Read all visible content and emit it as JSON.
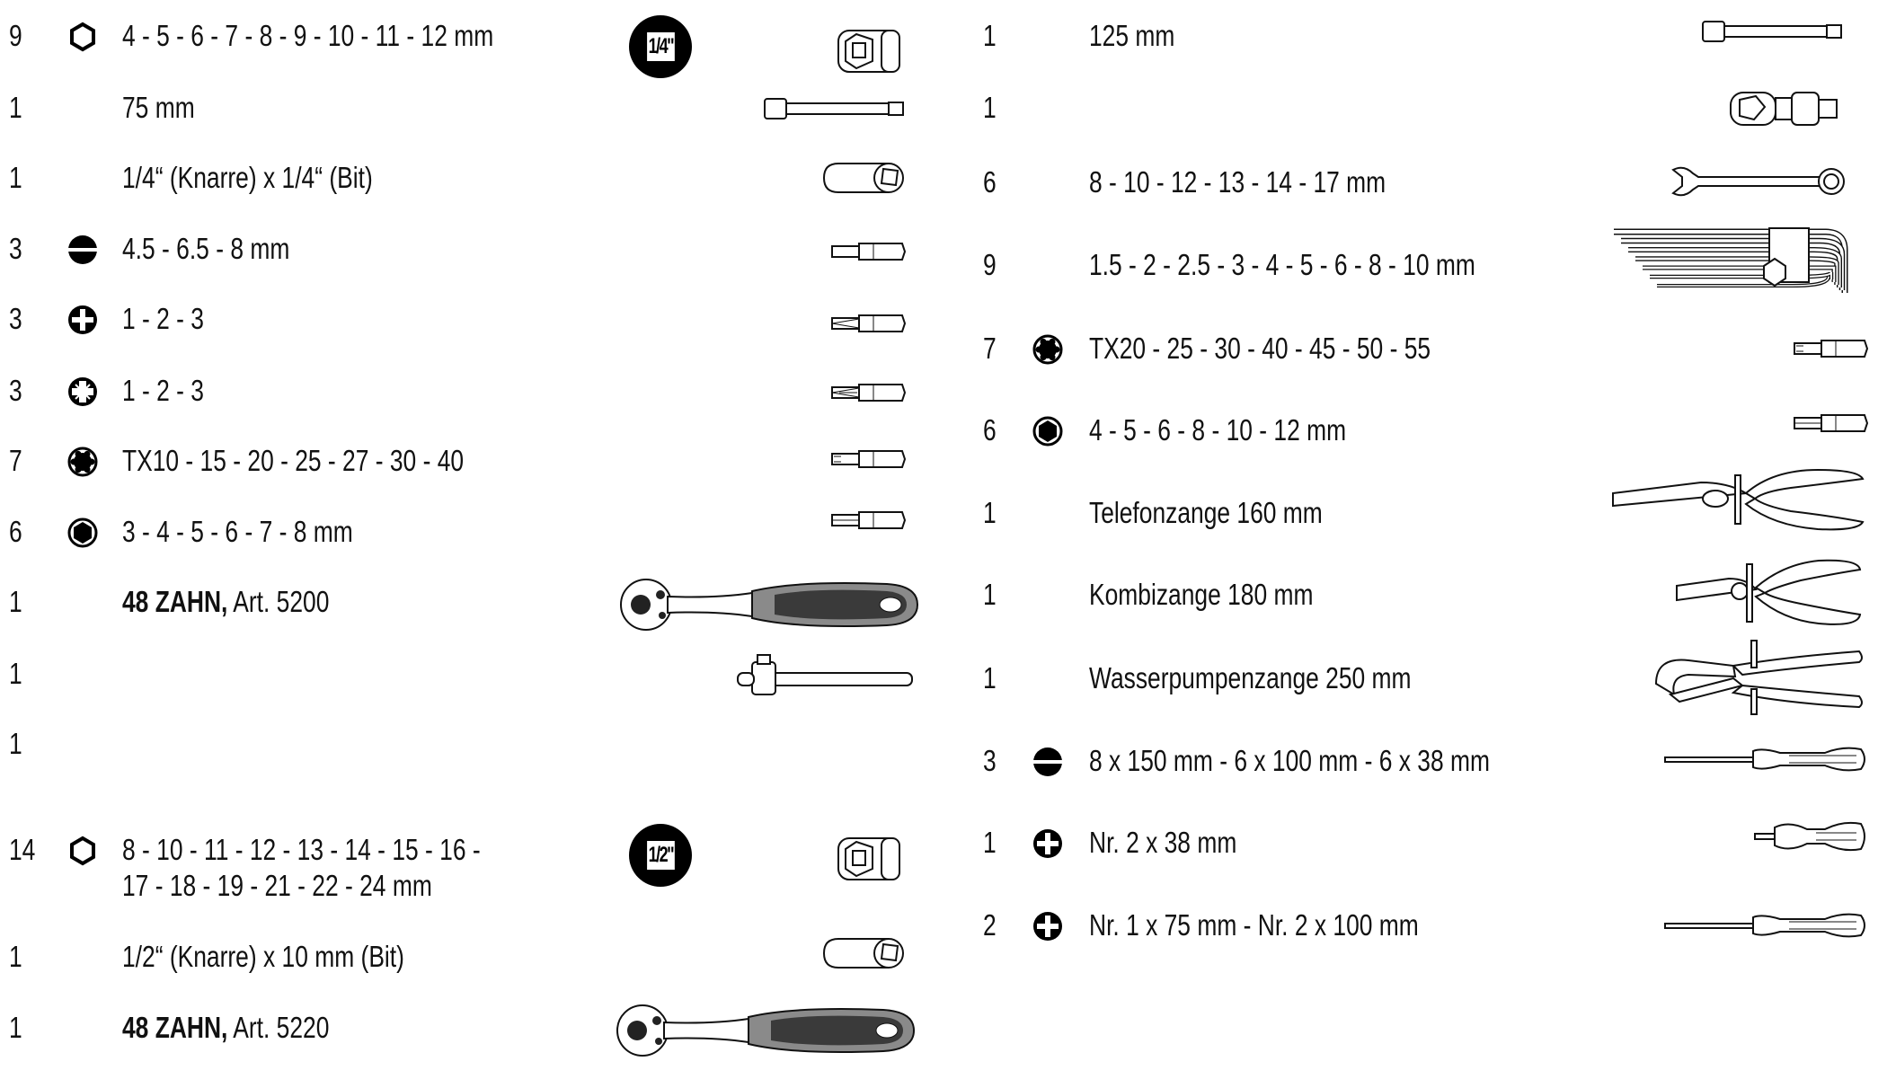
{
  "left": {
    "quarter_badge": "1/4\"",
    "half_badge": "1/2\"",
    "items": [
      {
        "qty": "9",
        "symbol": "hex-outline-icon",
        "text": "4 - 5 - 6 - 7 - 8 - 9 - 10 - 11 - 12 mm",
        "tool": "socket-icon"
      },
      {
        "qty": "1",
        "symbol": "",
        "text": "75 mm",
        "tool": "extension-bar-icon"
      },
      {
        "qty": "1",
        "symbol": "",
        "text": "1/4“ (Knarre) x 1/4“ (Bit)",
        "tool": "bit-adapter-icon"
      },
      {
        "qty": "3",
        "symbol": "slotted-icon",
        "text": "4.5 - 6.5 - 8 mm",
        "tool": "slotted-bit-icon"
      },
      {
        "qty": "3",
        "symbol": "phillips-icon",
        "text": "1 - 2 - 3",
        "tool": "phillips-bit-icon"
      },
      {
        "qty": "3",
        "symbol": "pozidriv-icon",
        "text": "1 - 2 - 3",
        "tool": "pozidriv-bit-icon"
      },
      {
        "qty": "7",
        "symbol": "torx-icon",
        "text": "TX10 - 15 - 20 - 25 - 27 - 30 - 40",
        "tool": "torx-bit-icon"
      },
      {
        "qty": "6",
        "symbol": "hex-socket-icon",
        "text": "3 - 4 - 5 - 6 - 7 - 8 mm",
        "tool": "hex-bit-icon"
      },
      {
        "qty": "1",
        "symbol": "",
        "bold": "48 ZAHN,",
        "text": " Art. 5200",
        "tool": "ratchet-icon"
      },
      {
        "qty": "1",
        "symbol": "",
        "text": "",
        "tool": "t-bar-icon"
      },
      {
        "qty": "1",
        "symbol": "",
        "text": "",
        "tool": ""
      },
      {
        "qty": "14",
        "symbol": "hex-outline-icon",
        "text": "8 - 10 - 11 - 12 - 13 - 14 - 15 - 16 -",
        "text2": "17 - 18 - 19 - 21 - 22 - 24 mm",
        "tool": "socket-icon"
      },
      {
        "qty": "1",
        "symbol": "",
        "text": "1/2“ (Knarre) x 10 mm (Bit)",
        "tool": "bit-adapter-icon"
      },
      {
        "qty": "1",
        "symbol": "",
        "bold": "48 ZAHN,",
        "text": " Art. 5220",
        "tool": "ratchet-icon"
      }
    ]
  },
  "right": {
    "items": [
      {
        "qty": "1",
        "symbol": "",
        "text": "125 mm",
        "tool": "extension-bar-icon"
      },
      {
        "qty": "1",
        "symbol": "",
        "text": "",
        "tool": "universal-joint-icon"
      },
      {
        "qty": "6",
        "symbol": "",
        "text": "8 - 10 - 12 - 13 - 14 - 17 mm",
        "tool": "combination-wrench-icon"
      },
      {
        "qty": "9",
        "symbol": "",
        "text": "1.5 - 2 - 2.5 - 3 - 4 - 5 - 6 - 8 - 10 mm",
        "tool": "hex-key-set-icon"
      },
      {
        "qty": "7",
        "symbol": "torx-icon",
        "text": "TX20 - 25 - 30 - 40 - 45 - 50 - 55",
        "tool": "torx-bit-icon"
      },
      {
        "qty": "6",
        "symbol": "hex-socket-icon",
        "text": "4 - 5 - 6 - 8 - 10 - 12 mm",
        "tool": "hex-bit-icon"
      },
      {
        "qty": "1",
        "symbol": "",
        "text": "Telefonzange 160 mm",
        "tool": "long-nose-pliers-icon"
      },
      {
        "qty": "1",
        "symbol": "",
        "text": "Kombizange 180 mm",
        "tool": "combination-pliers-icon"
      },
      {
        "qty": "1",
        "symbol": "",
        "text": "Wasserpumpenzange 250 mm",
        "tool": "water-pump-pliers-icon"
      },
      {
        "qty": "3",
        "symbol": "slotted-icon",
        "text": "8 x 150 mm - 6 x 100 mm - 6 x 38 mm",
        "tool": "screwdriver-icon"
      },
      {
        "qty": "1",
        "symbol": "phillips-icon",
        "text": "Nr. 2 x 38 mm",
        "tool": "stubby-screwdriver-icon"
      },
      {
        "qty": "2",
        "symbol": "phillips-icon",
        "text": "Nr. 1 x 75 mm  -  Nr. 2 x 100 mm",
        "tool": "screwdriver-icon"
      }
    ]
  },
  "colors": {
    "ink": "#111111",
    "grip_dark": "#3a3a3a",
    "grip_mid": "#8a8a8a"
  }
}
